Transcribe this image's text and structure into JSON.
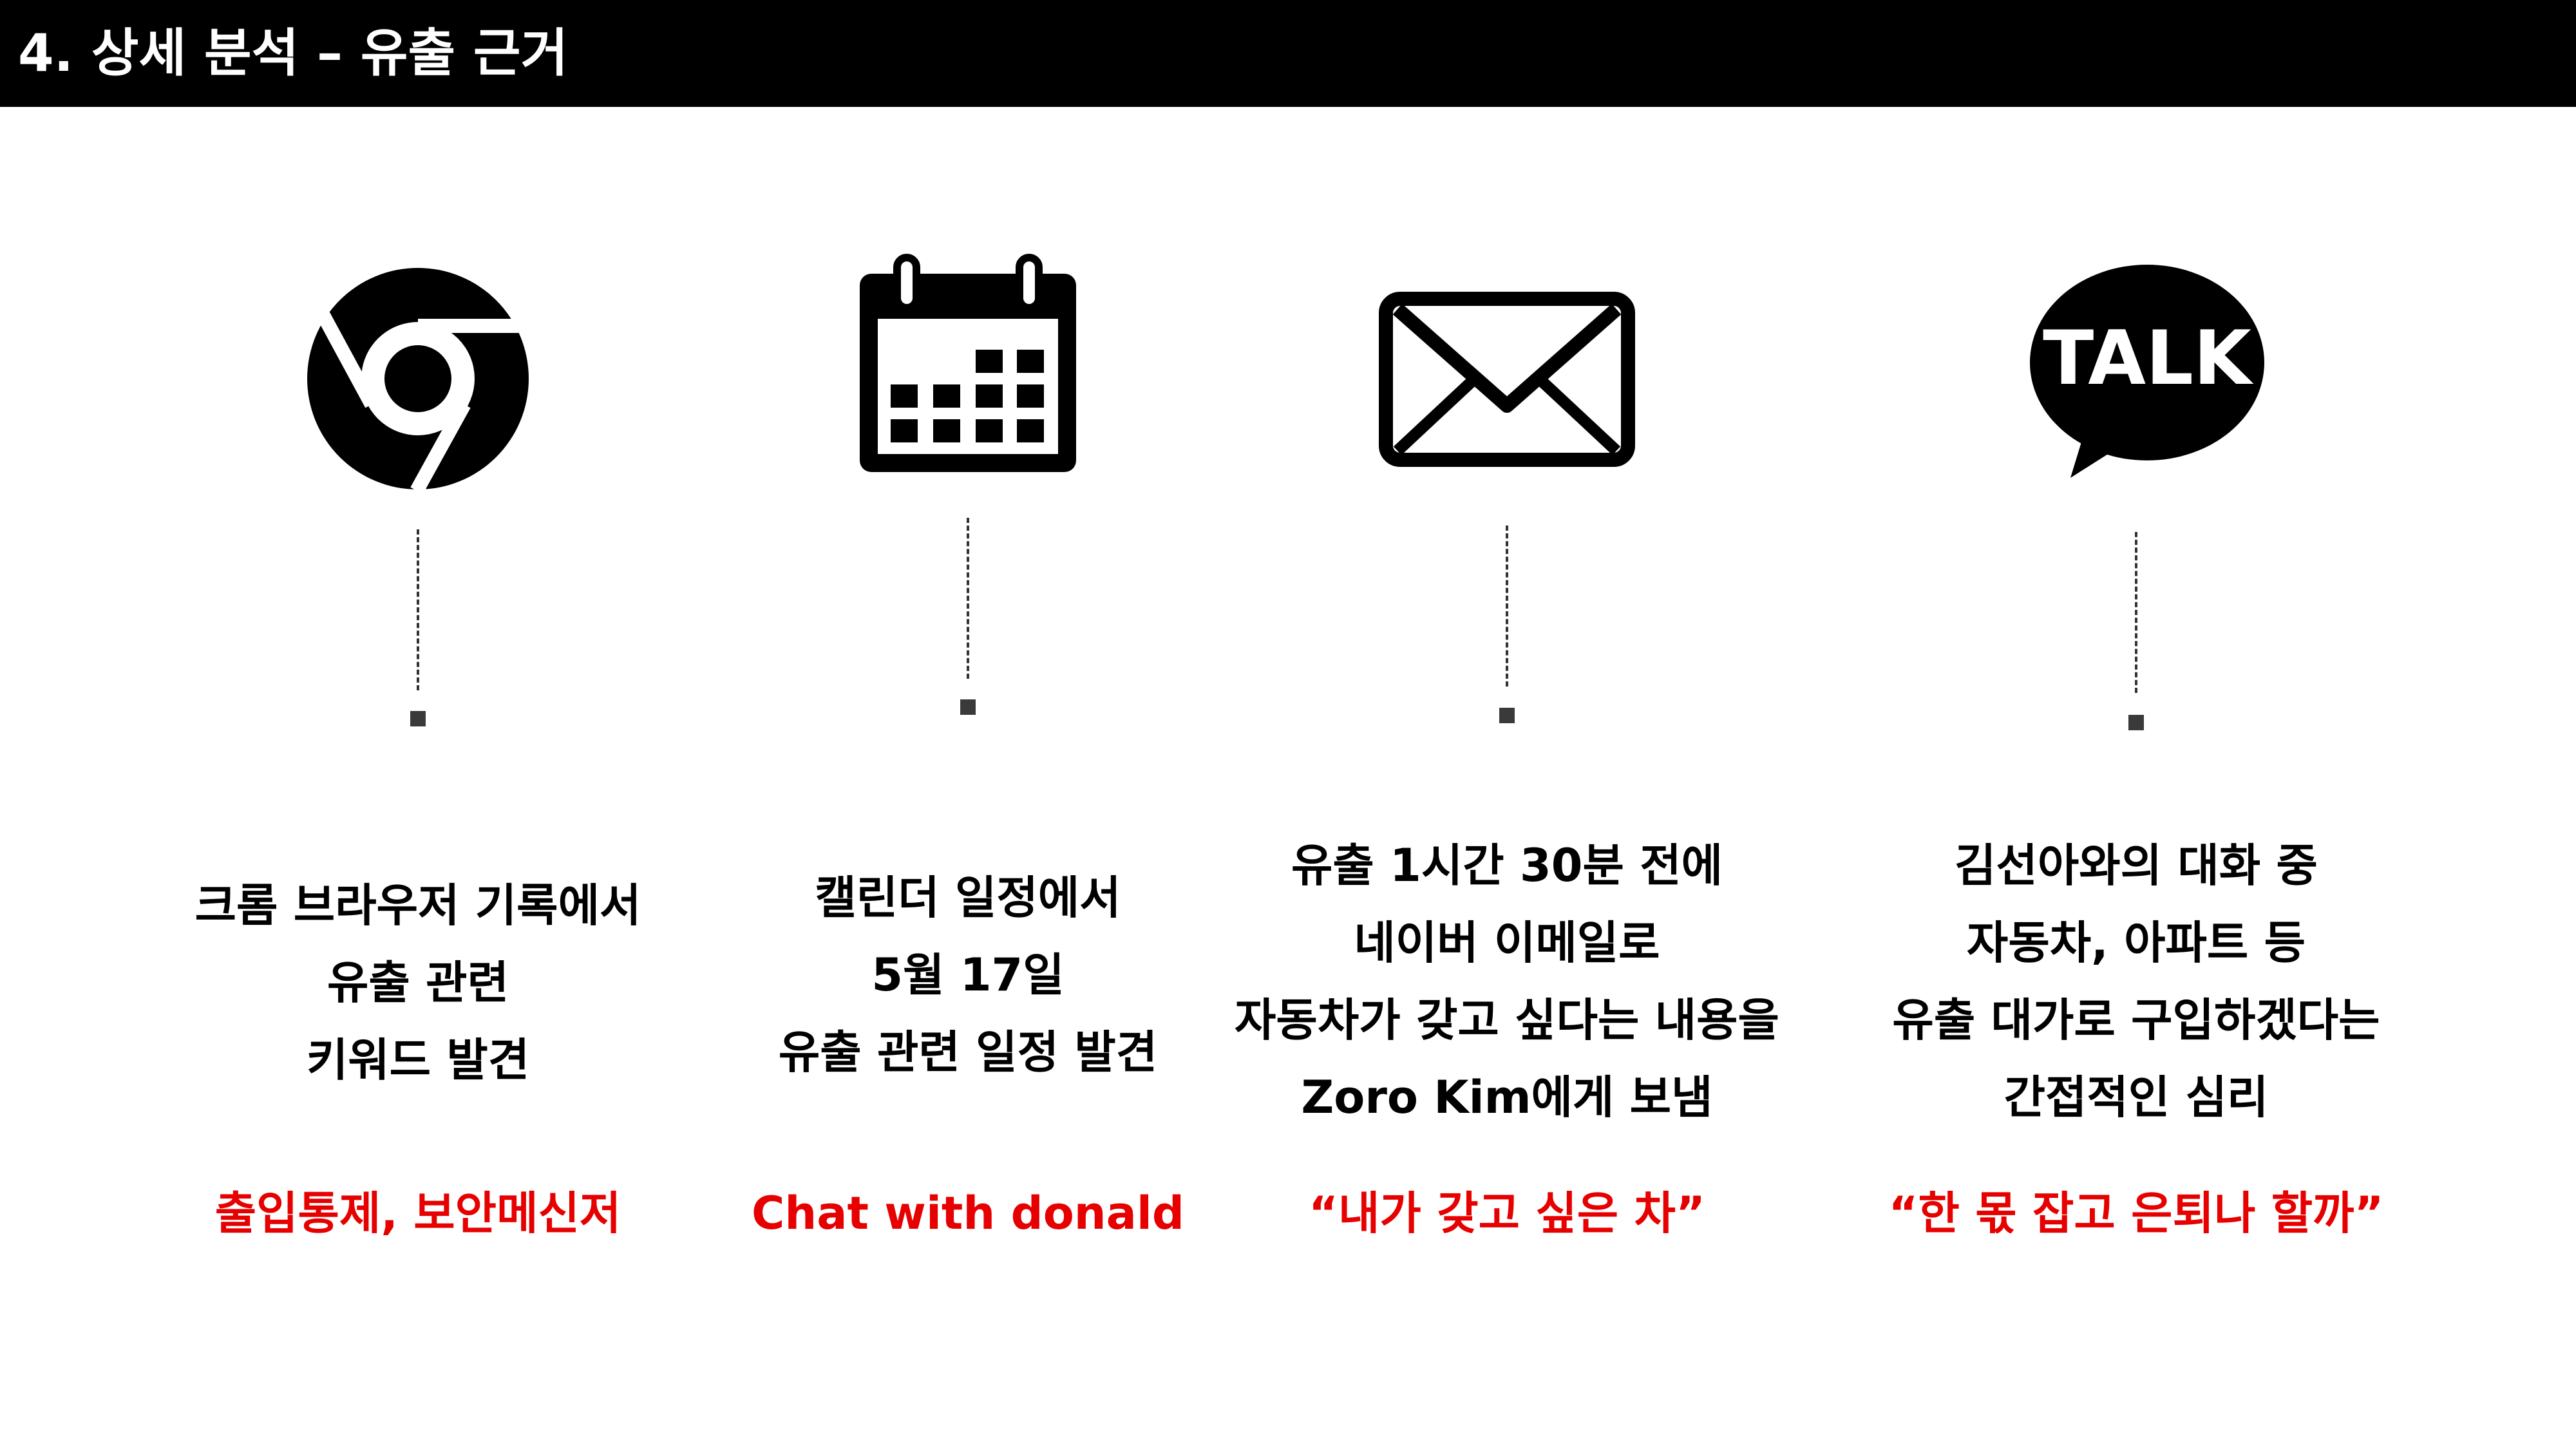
{
  "header": {
    "title": "4. 상세 분석 – 유출 근거"
  },
  "colors": {
    "header_bg": "#000000",
    "evidence": "#e60000",
    "icon": "#000000"
  },
  "columns": [
    {
      "icon": "chrome-icon",
      "lines": [
        "크롬 브라우저 기록에서",
        "유출 관련",
        "키워드 발견"
      ],
      "evidence": "출입통제, 보안메신저"
    },
    {
      "icon": "calendar-icon",
      "lines": [
        "캘린더 일정에서",
        "5월 17일",
        "유출 관련 일정 발견"
      ],
      "evidence": "Chat with donald"
    },
    {
      "icon": "mail-icon",
      "lines": [
        "유출 1시간 30분 전에",
        "네이버 이메일로",
        "자동차가 갖고 싶다는 내용을",
        "Zoro Kim에게 보냄"
      ],
      "evidence": "“내가 갖고 싶은 차”"
    },
    {
      "icon": "kakaotalk-icon",
      "badge": "TALK",
      "lines": [
        "김선아와의 대화 중",
        "자동차, 아파트 등",
        "유출 대가로 구입하겠다는",
        "간접적인 심리"
      ],
      "evidence": "“한 몫 잡고 은퇴나 할까”"
    }
  ]
}
